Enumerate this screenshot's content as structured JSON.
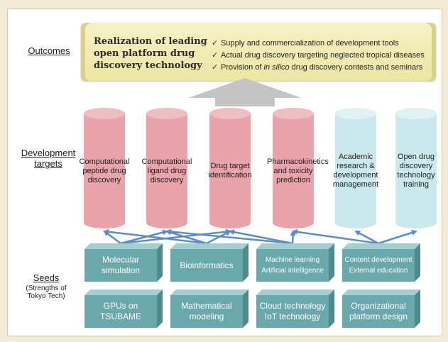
{
  "labels": {
    "outcomes": "Outcomes",
    "development": [
      "Development",
      "targets"
    ],
    "seeds": "Seeds",
    "seeds_sub": [
      "(Strengths of",
      "Tokyo Tech)"
    ]
  },
  "outcomes_box": {
    "title_lines": [
      "Realization of leading",
      "open platform drug",
      "discovery technology"
    ],
    "bullets": [
      [
        "Supply and commercialization of development tools"
      ],
      [
        "Actual drug discovery targeting neglected tropical diseases"
      ],
      [
        "Provision of ",
        "in silico",
        " drug discovery contests and seminars"
      ]
    ]
  },
  "targets": [
    {
      "lines": [
        "Computational",
        "peptide drug",
        "discovery"
      ],
      "color": "pink"
    },
    {
      "lines": [
        "Computational",
        "ligand drug",
        "discovery"
      ],
      "color": "pink"
    },
    {
      "lines": [
        "Drug target",
        "identification"
      ],
      "color": "pink"
    },
    {
      "lines": [
        "Pharmacokinetics",
        "and toxicity",
        "prediction"
      ],
      "color": "pink"
    },
    {
      "lines": [
        "Academic",
        "research &",
        "development",
        "management"
      ],
      "color": "cyan"
    },
    {
      "lines": [
        "Open drug",
        "discovery",
        "technology",
        "training"
      ],
      "color": "cyan"
    }
  ],
  "seeds_top": [
    {
      "lines": [
        "Molecular",
        "simulation"
      ]
    },
    {
      "lines": [
        "Bioinformatics"
      ]
    },
    {
      "lines": [
        "Machine learning",
        "Artificial intelligence"
      ]
    },
    {
      "lines": [
        "Content development",
        "External education"
      ]
    }
  ],
  "seeds_bottom": [
    {
      "lines": [
        "GPUs on",
        "TSUBAME"
      ]
    },
    {
      "lines": [
        "Mathematical",
        "modeling"
      ]
    },
    {
      "lines": [
        "Cloud technology",
        "IoT technology"
      ]
    },
    {
      "lines": [
        "Organizational",
        "platform design"
      ]
    }
  ],
  "colors": {
    "pink_body": "#e8a3ab",
    "pink_top": "#efbec3",
    "cyan_body": "#cbe9ec",
    "cyan_top": "#dff3f4",
    "block_front": "#6aa8ab",
    "block_top": "#a3cfcf",
    "block_side": "#4e8b8e",
    "arrow": "#5b8dc6",
    "big_arrow": "#c4c4c4"
  }
}
